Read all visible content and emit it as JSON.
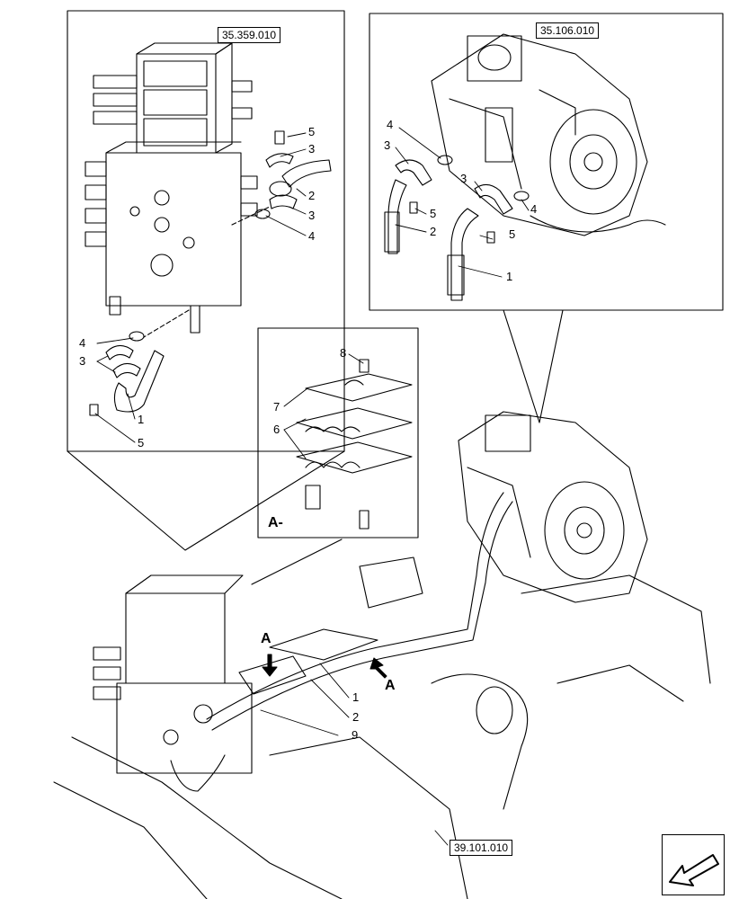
{
  "refs": {
    "top_left": "35.359.010",
    "top_right": "35.106.010",
    "bottom": "39.101.010"
  },
  "callouts": {
    "tl": [
      "5",
      "3",
      "2",
      "3",
      "4"
    ],
    "tl_low": [
      "4",
      "3",
      "1",
      "5"
    ],
    "tr": [
      "4",
      "3",
      "3",
      "4",
      "5",
      "5",
      "2",
      "1"
    ],
    "detail": [
      "8",
      "7",
      "6"
    ],
    "detail_label": "A-",
    "main": [
      "1",
      "2",
      "9"
    ],
    "arrow_a": "A"
  },
  "icons": {
    "nav": "previous-page-arrow-icon"
  }
}
